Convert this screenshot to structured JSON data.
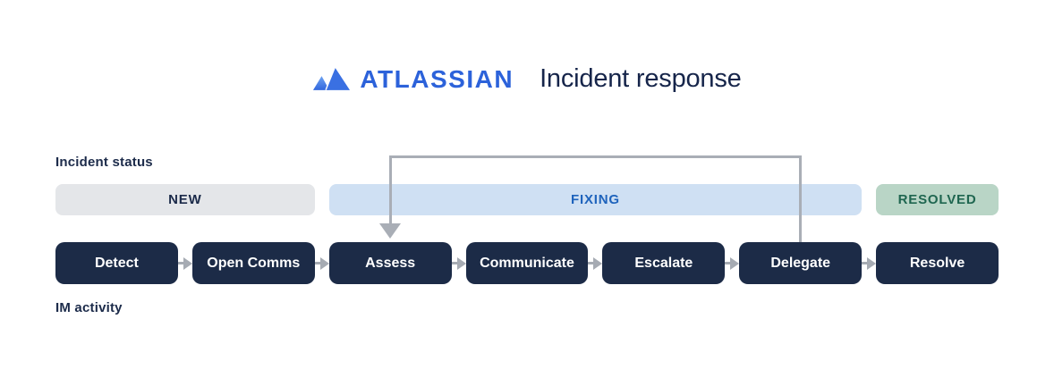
{
  "header": {
    "brand": "ATLASSIAN",
    "title": "Incident response"
  },
  "status_lane": {
    "label": "Incident status",
    "statuses": [
      {
        "id": "new",
        "label": "NEW",
        "bg": "#e4e6e9",
        "fg": "#1c2b4a"
      },
      {
        "id": "fixing",
        "label": "FIXING",
        "bg": "#cfe0f3",
        "fg": "#1e63bc"
      },
      {
        "id": "resolved",
        "label": "RESOLVED",
        "bg": "#b9d5c6",
        "fg": "#1f6650"
      }
    ]
  },
  "activity_lane": {
    "label": "IM activity",
    "activities": [
      {
        "label": "Detect"
      },
      {
        "label": "Open Comms"
      },
      {
        "label": "Assess"
      },
      {
        "label": "Communicate"
      },
      {
        "label": "Escalate"
      },
      {
        "label": "Delegate"
      },
      {
        "label": "Resolve"
      }
    ]
  },
  "loop_arrow": {
    "from": "Delegate",
    "to": "Assess"
  },
  "colors": {
    "brand_blue": "#2c62da",
    "title_navy": "#16254a",
    "activity_box_navy": "#1c2b47",
    "activity_box_text": "#ffffff",
    "connector_gray": "#a6abb3",
    "background": "#ffffff"
  }
}
